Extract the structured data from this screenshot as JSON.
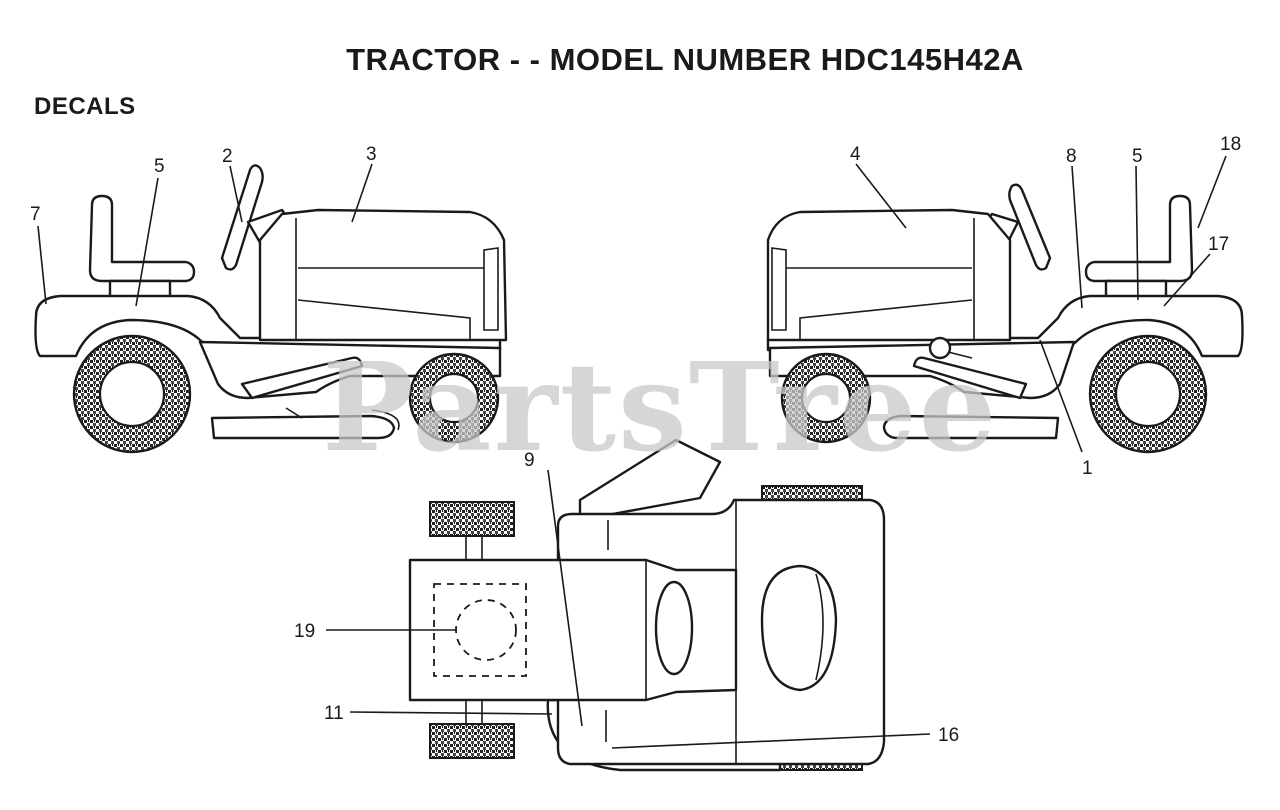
{
  "title": "TRACTOR - - MODEL NUMBER HDC145H42A",
  "subtitle": "DECALS",
  "watermark": "PartsTree",
  "callouts": {
    "c1": "1",
    "c2": "2",
    "c3": "3",
    "c4": "4",
    "c5_left": "5",
    "c5_right": "5",
    "c7": "7",
    "c8": "8",
    "c9": "9",
    "c11": "11",
    "c16": "16",
    "c17": "17",
    "c18": "18",
    "c19": "19"
  }
}
